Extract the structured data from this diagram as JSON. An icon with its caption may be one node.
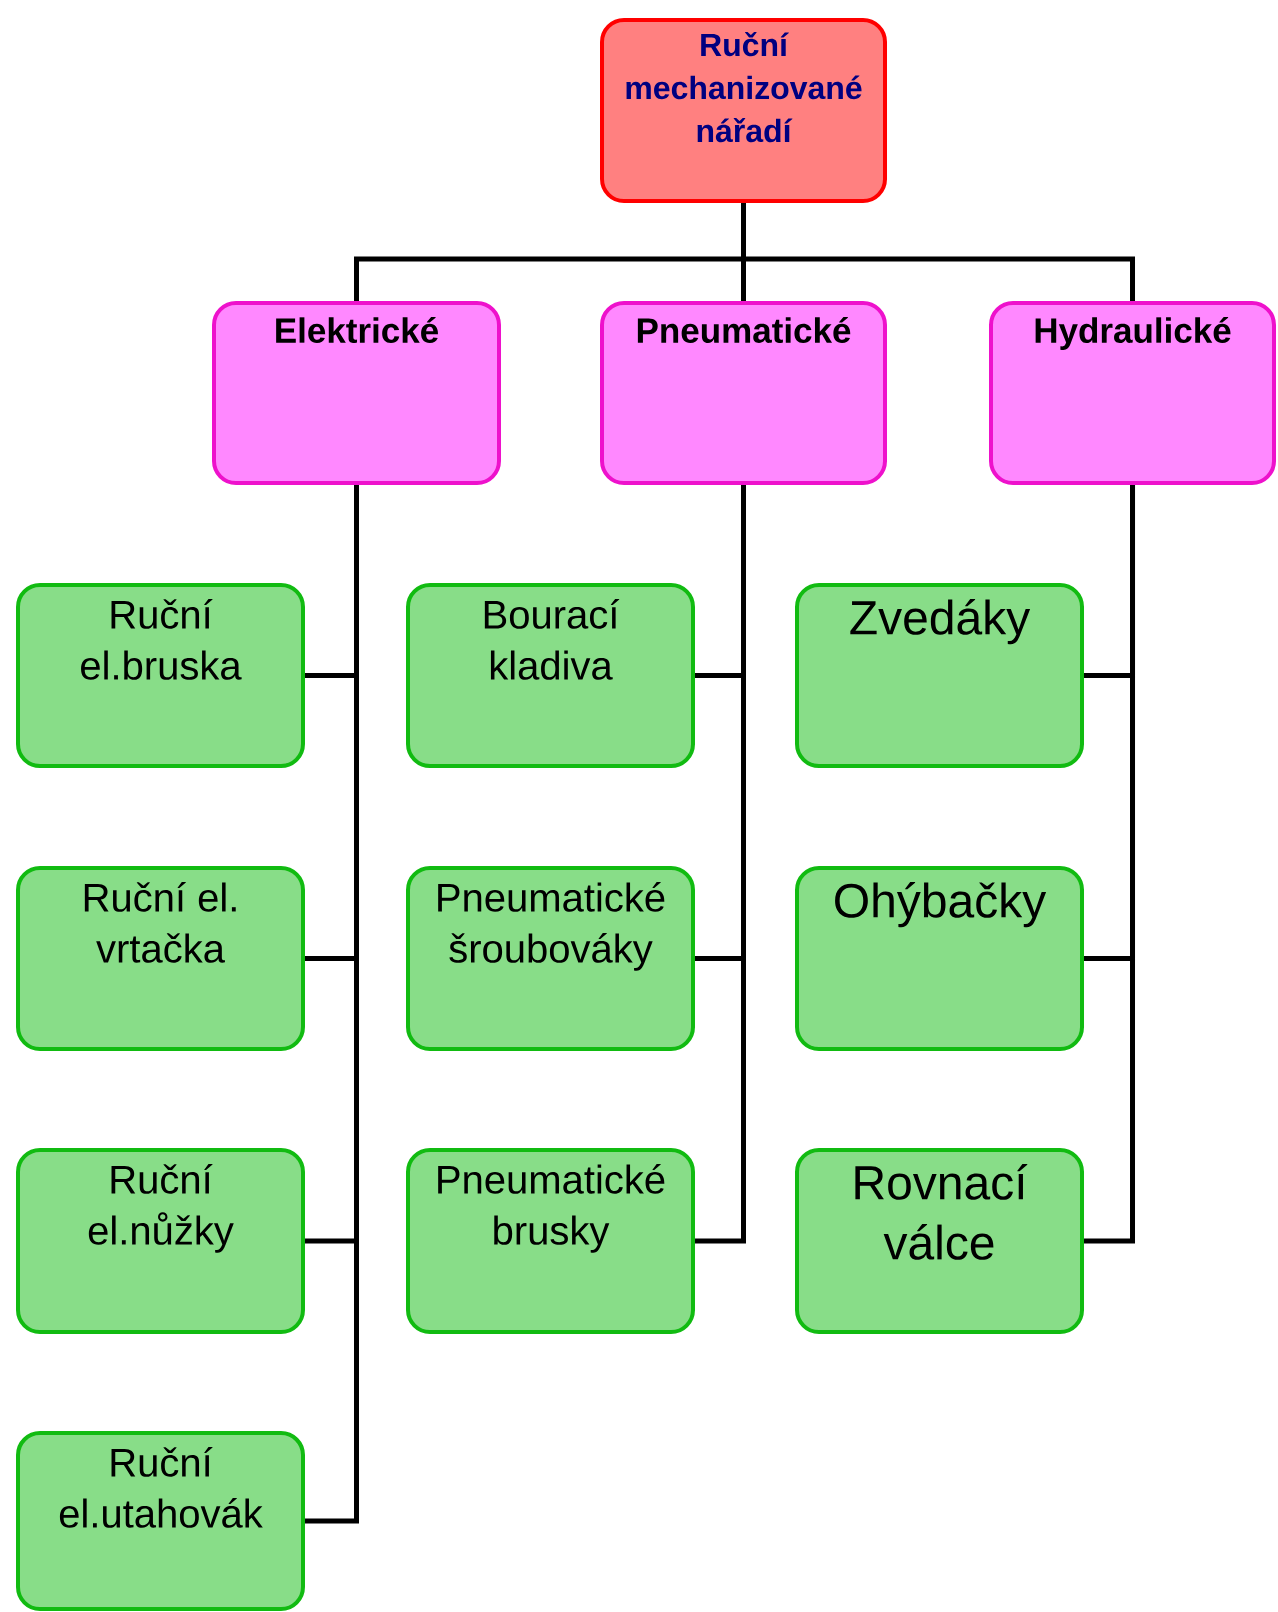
{
  "diagram": {
    "nodes": [
      {
        "text": [
          "Ruční mechanizované nářadí"
        ]
      },
      {
        "text": [
          "Elektrické"
        ]
      },
      {
        "text": [
          "Pneumatické"
        ]
      },
      {
        "text": [
          "Hydraulické"
        ]
      },
      {
        "text": [
          "Ruční el.bruska"
        ]
      },
      {
        "text": [
          "Ruční el. vrtačka"
        ]
      },
      {
        "text": [
          "Ruční el.nůžky"
        ]
      },
      {
        "text": [
          "Ruční el.utahovák"
        ]
      },
      {
        "text": [
          "Bourací kladiva"
        ]
      },
      {
        "text": [
          "Pneumatické šroubováky"
        ]
      },
      {
        "text": [
          "Pneumatické brusky"
        ]
      },
      {
        "text": [
          "Zvedáky"
        ]
      },
      {
        "text": [
          "Ohýbačky"
        ]
      },
      {
        "text": [
          "Rovnací válce"
        ]
      }
    ],
    "edges": [
      {
        "from": 0,
        "to": 1,
        "arrow": "none"
      },
      {
        "from": 0,
        "to": 2,
        "arrow": "none"
      },
      {
        "from": 0,
        "to": 3,
        "arrow": "none"
      },
      {
        "from": 1,
        "to": 4,
        "arrow": "none"
      },
      {
        "from": 1,
        "to": 5,
        "arrow": "none"
      },
      {
        "from": 1,
        "to": 6,
        "arrow": "none"
      },
      {
        "from": 1,
        "to": 7,
        "arrow": "none"
      },
      {
        "from": 2,
        "to": 8,
        "arrow": "none"
      },
      {
        "from": 2,
        "to": 9,
        "arrow": "none"
      },
      {
        "from": 2,
        "to": 10,
        "arrow": "none"
      },
      {
        "from": 3,
        "to": 11,
        "arrow": "none"
      },
      {
        "from": 3,
        "to": 12,
        "arrow": "none"
      },
      {
        "from": 3,
        "to": 13,
        "arrow": "none"
      }
    ]
  }
}
